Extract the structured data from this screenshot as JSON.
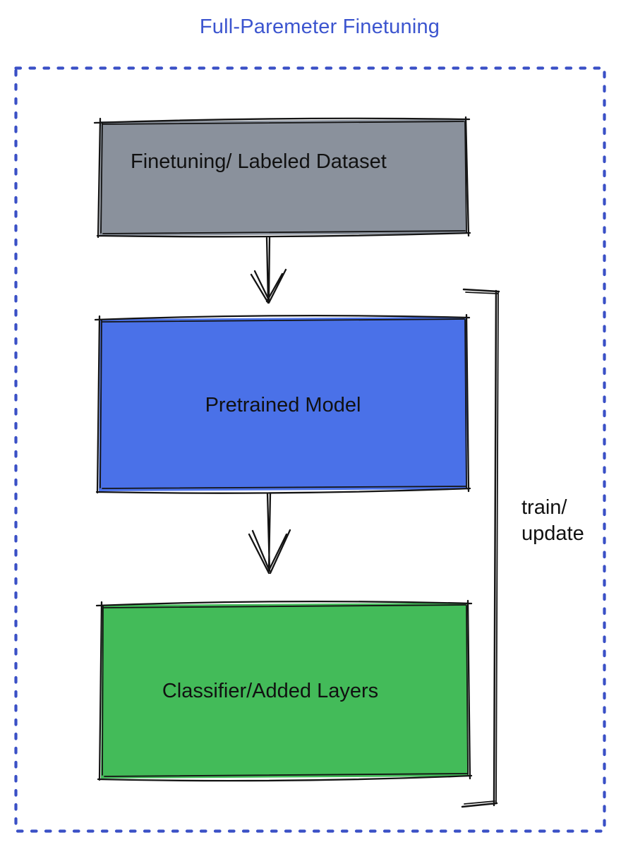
{
  "title": "Full-Paremeter Finetuning",
  "colors": {
    "title_text": "#3c55cf",
    "dotted_border": "#3a50c6",
    "ink": "#141414",
    "label_text": "#111111",
    "dataset_fill": "#8a919c",
    "pretrained_fill": "#4a71e8",
    "classifier_fill": "#43bb59"
  },
  "diagram": {
    "boxes": [
      {
        "id": "finetuning-dataset",
        "label": "Finetuning/ Labeled Dataset"
      },
      {
        "id": "pretrained-model",
        "label": "Pretrained Model"
      },
      {
        "id": "classifier-added-layers",
        "label": "Classifier/Added Layers"
      }
    ],
    "arrows": [
      {
        "from": "finetuning-dataset",
        "to": "pretrained-model"
      },
      {
        "from": "pretrained-model",
        "to": "classifier-added-layers"
      }
    ],
    "bracket": {
      "label_line1": "train/",
      "label_line2": "update"
    }
  }
}
